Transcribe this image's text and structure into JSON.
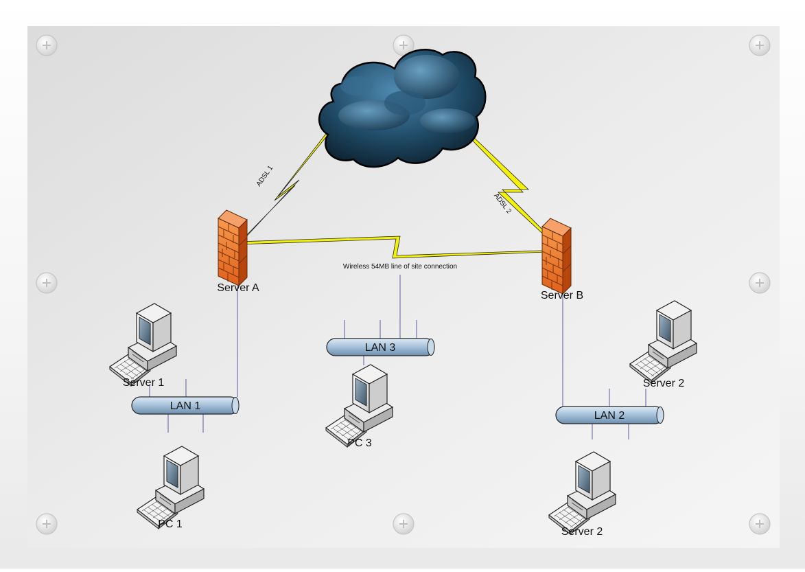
{
  "labels": {
    "server_a": "Server A",
    "server_b": "Server B",
    "adsl_1": "ADSL 1",
    "adsl_2": "ADSL 2",
    "wireless": "Wireless 54MB line of site connection",
    "lan_1": "LAN 1",
    "lan_2": "LAN 2",
    "lan_3": "LAN 3",
    "server_1": "Server 1",
    "server_2_upper": "Server 2",
    "server_2_lower": "Server 2",
    "pc_1": "PC 1",
    "pc_3": "PC 3"
  },
  "colors": {
    "link_line": "#5a5aa0",
    "lightning": "#f2f20a",
    "lan_pipe": "#a9c4dc",
    "firewall": "#ef7a2a",
    "cloud": "#1f4a66",
    "panel": "#e7e7e7"
  },
  "icons": [
    "cloud-icon",
    "firewall-icon",
    "computer-icon",
    "lan-pipe-icon",
    "lightning-link-icon",
    "screw-icon"
  ]
}
